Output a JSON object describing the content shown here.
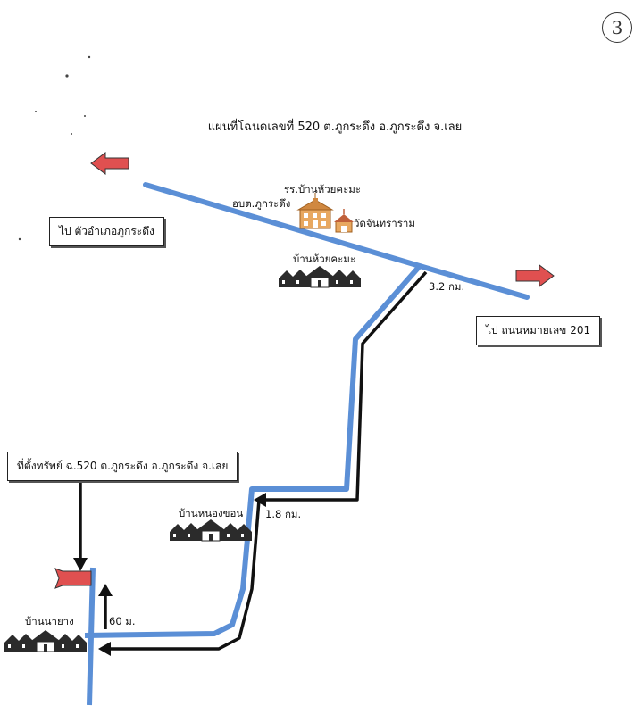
{
  "page_number": "3",
  "title": "แผนที่โฉนดเลขที่ 520 ต.ภูกระดึง อ.ภูกระดึง จ.เลย",
  "boxes": {
    "to_district": "ไป ตัวอำเภอภูกระดึง",
    "to_highway": "ไป ถนนหมายเลข 201",
    "property": "ที่ตั้งทรัพย์ ฉ.520 ต.ภูกระดึง อ.ภูกระดึง จ.เลย"
  },
  "places": {
    "school": "รร.บ้านห้วยคะมะ",
    "tao_office": "อบต.ภูกระดึง",
    "temple": "วัดจันทราราม",
    "village_huai_khama": "บ้านห้วยคะมะ",
    "village_nong_khon": "บ้านหนองขอน",
    "village_na_yang": "บ้านนายาง"
  },
  "distances": {
    "first": "3.2 กม.",
    "second": "1.8 กม.",
    "third": "60 ม."
  },
  "colors": {
    "road": "#5b8fd6",
    "route": "#111111",
    "arrow": "#e05050",
    "flag": "#e05050",
    "school": "#e0a050",
    "houses": "#2b2b2b"
  }
}
